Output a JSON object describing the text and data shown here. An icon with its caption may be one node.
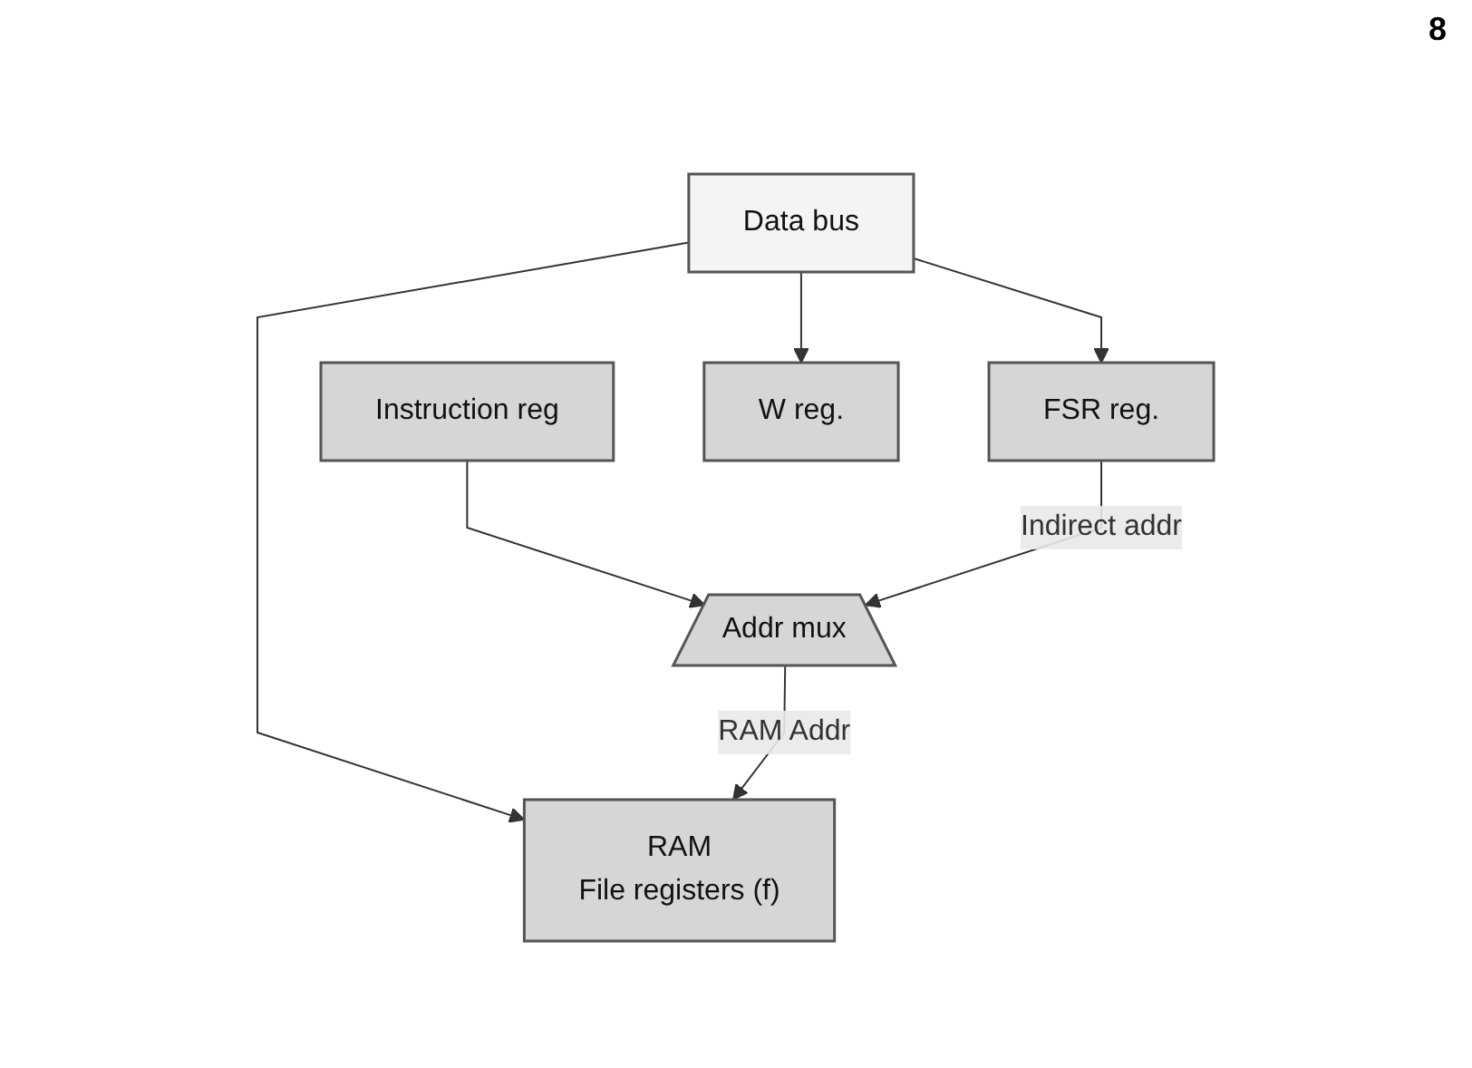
{
  "diagram": {
    "nodes": [
      {
        "text": [
          "Data bus"
        ]
      },
      {
        "text": [
          "RAM",
          "File registers (f)"
        ]
      },
      {
        "text": [
          "Instruction reg"
        ]
      },
      {
        "text": [
          "Addr mux"
        ]
      },
      {
        "text": [
          "FSR reg."
        ]
      },
      {
        "text": [
          "W reg."
        ]
      }
    ],
    "edges": [
      {
        "from": 0,
        "to": 1,
        "arrow": "to"
      },
      {
        "from": 3,
        "to": 1,
        "arrow": "to",
        "label": "RAM Addr"
      },
      {
        "from": 2,
        "to": 3,
        "arrow": "to"
      },
      {
        "from": 4,
        "to": 3,
        "arrow": "to",
        "label": "Indirect addr"
      },
      {
        "from": 0,
        "to": 4,
        "arrow": "to"
      },
      {
        "from": 0,
        "to": 5,
        "arrow": "to"
      }
    ],
    "labels": [
      "8"
    ]
  }
}
